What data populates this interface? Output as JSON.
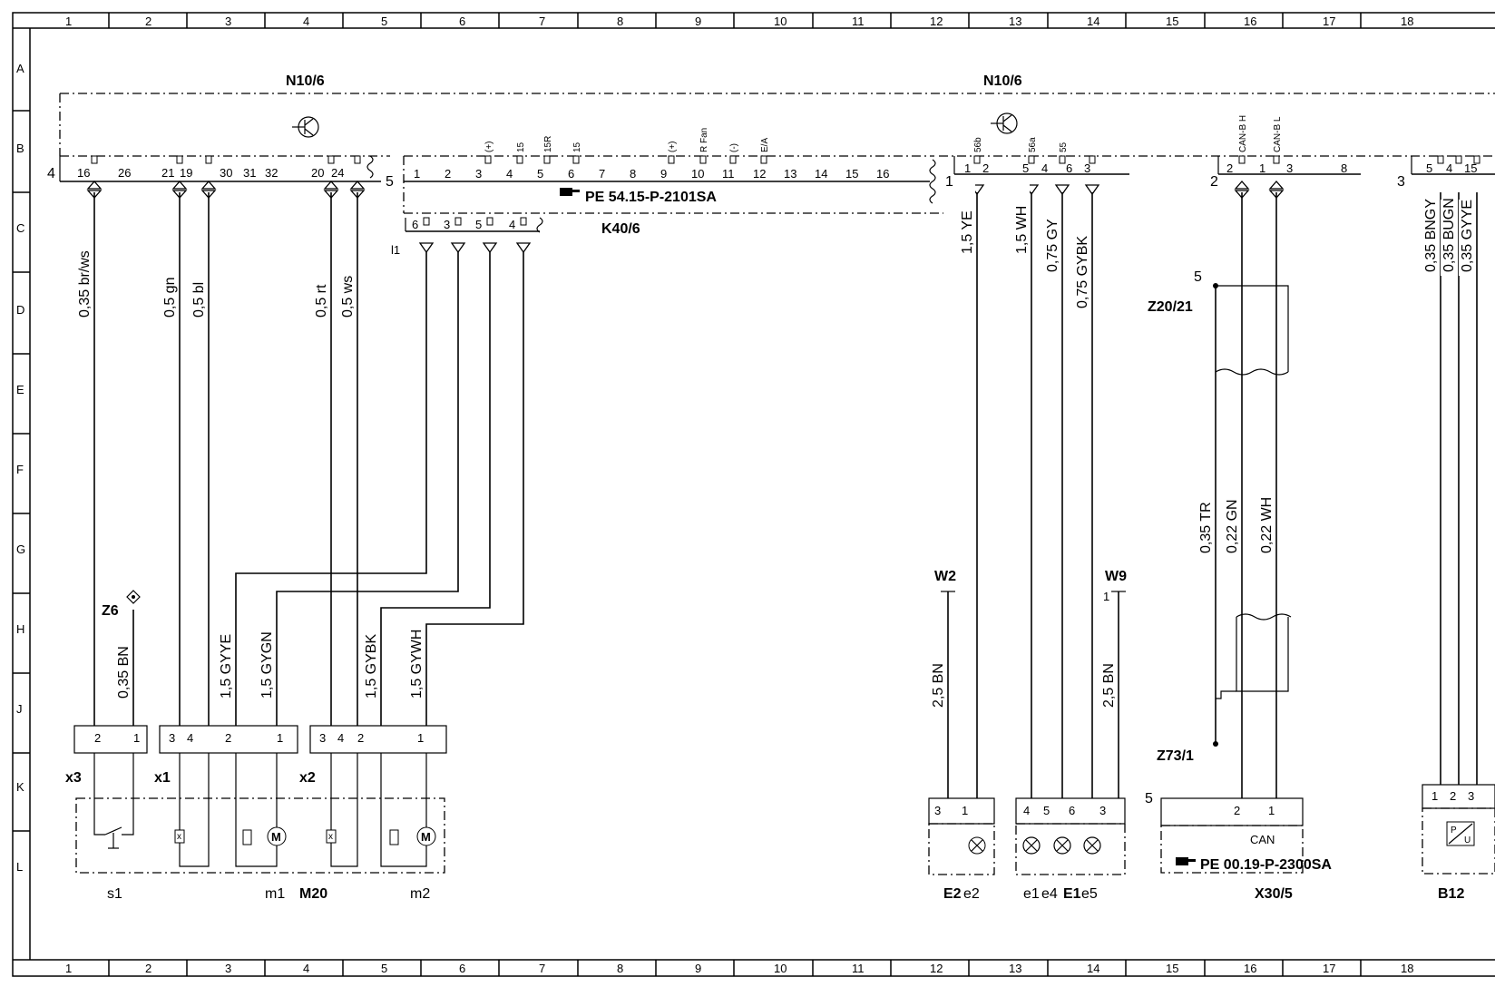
{
  "grid": {
    "columns": [
      "1",
      "2",
      "3",
      "4",
      "5",
      "6",
      "7",
      "8",
      "9",
      "10",
      "11",
      "12",
      "13",
      "14",
      "15",
      "16",
      "17",
      "18"
    ],
    "rows": [
      "A",
      "B",
      "C",
      "D",
      "E",
      "F",
      "G",
      "H",
      "J",
      "K",
      "L"
    ]
  },
  "components": {
    "n10_left": "N10/6",
    "n10_right": "N10/6",
    "k40": "K40/6",
    "k40_ref": "PE 54.15-P-2101SA",
    "x30_ref": "PE 00.19-P-2300SA",
    "x30": "X30/5",
    "x30_can": "CAN",
    "z20": "Z20/21",
    "z73": "Z73/1",
    "z6": "Z6",
    "w2": "W2",
    "w9": "W9",
    "x3": "x3",
    "x1": "x1",
    "x2": "x2",
    "s1": "s1",
    "m1": "m1",
    "m20": "M20",
    "m2": "m2",
    "e2": "E2",
    "e2e2": "e2",
    "e1": "e1",
    "e4": "e4",
    "e1main": "E1",
    "e5": "e5",
    "b12": "B12"
  },
  "pins": {
    "n10_left": [
      "16",
      "26",
      "21",
      "19",
      "30",
      "31",
      "32",
      "20",
      "24"
    ],
    "k40_top": [
      "1",
      "2",
      "3",
      "4",
      "5",
      "6",
      "7",
      "8",
      "9",
      "10",
      "11",
      "12",
      "13",
      "14",
      "15",
      "16"
    ],
    "k40_top_labels": [
      "(+)",
      "15",
      "15R",
      "15",
      "(+)",
      "R Fan",
      "(-)",
      "E/A"
    ],
    "k40_bottom": [
      "6",
      "3",
      "5",
      "4"
    ],
    "n10_right_a": [
      "1",
      "2",
      "5",
      "4",
      "6",
      "3"
    ],
    "n10_right_a_labels": [
      "56b",
      "56a",
      "55"
    ],
    "n10_right_b": [
      "2",
      "1",
      "3",
      "8"
    ],
    "n10_right_b_labels": [
      "CAN-B H",
      "CAN-B L"
    ],
    "n10_right_c": [
      "5",
      "4",
      "15"
    ]
  },
  "connector_ids": {
    "n10_left": "4",
    "k40": "5",
    "k40_bottom": "l1",
    "n10_right_a": "1",
    "n10_right_b": "2",
    "n10_right_c": "3",
    "x30": "5",
    "z20_pin": "5",
    "w9_pin": "1"
  },
  "wires": {
    "brws": "0,35 br/ws",
    "gn": "0,5 gn",
    "bl": "0,5 bl",
    "rt": "0,5 rt",
    "ws": "0,5 ws",
    "z6bn": "0,35 BN",
    "gyye": "1,5 GYYE",
    "gygn": "1,5 GYGN",
    "gybk": "1,5 GYBK",
    "gywh": "1,5 GYWH",
    "ye": "1,5 YE",
    "wh": "1,5 WH",
    "gy": "0,75 GY",
    "gybk2": "0,75 GYBK",
    "w2bn": "2,5 BN",
    "w9bn": "2,5 BN",
    "tr": "0,35 TR",
    "gn22": "0,22 GN",
    "wh22": "0,22 WH",
    "bngy": "0,35 BNGY",
    "bugn": "0,35 BUGN",
    "gyye2": "0,35 GYYE"
  },
  "sub_pins": {
    "x3": [
      "2",
      "1"
    ],
    "x1": [
      "3",
      "4",
      "2",
      "1"
    ],
    "x2": [
      "3",
      "4",
      "2",
      "1"
    ],
    "e2": [
      "3",
      "1"
    ],
    "e1": [
      "4",
      "5",
      "6",
      "3"
    ],
    "x30": [
      "2",
      "1"
    ],
    "b12": [
      "1",
      "2",
      "3"
    ]
  },
  "icons": [
    "transistor-icon",
    "motor-icon",
    "lamp-icon",
    "switch-icon",
    "sensor-icon",
    "reference-hand-icon",
    "ground-diamond-icon"
  ]
}
